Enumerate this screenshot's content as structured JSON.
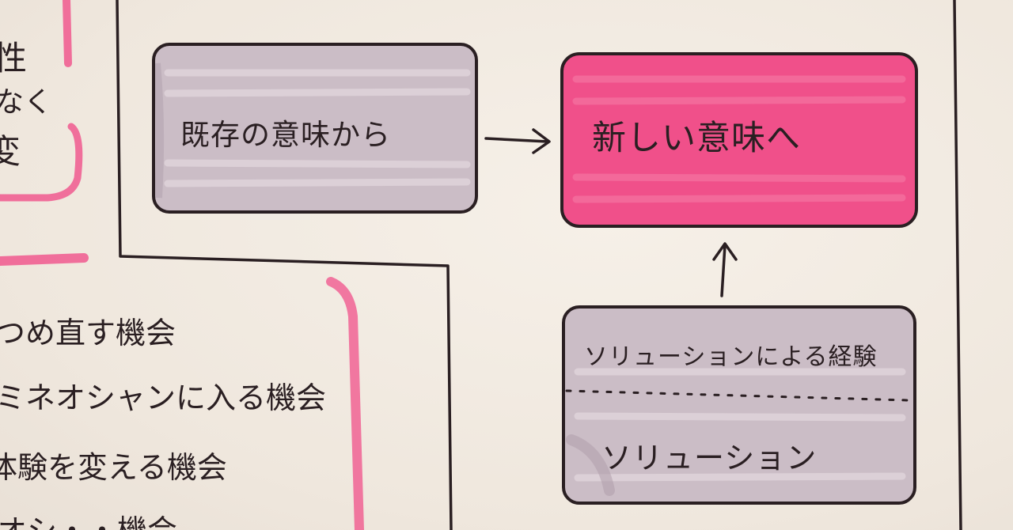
{
  "diagram": {
    "existing_meaning": "既存の意味から",
    "new_meaning": "新しい意味へ",
    "experience": "ソリューションによる経験",
    "solution": "ソリューション"
  },
  "left_fragments": {
    "top": [
      "性",
      "なく",
      "変"
    ],
    "opportunities": [
      "つめ直す機会",
      "ミネオシャンに入る機会",
      "体験を変える機会",
      "オシ・・機会"
    ]
  },
  "colors": {
    "paper": "#f3ece4",
    "ink": "#2a1f22",
    "pink": "#f0508a",
    "gray_lilac": "#cbbdc6"
  }
}
